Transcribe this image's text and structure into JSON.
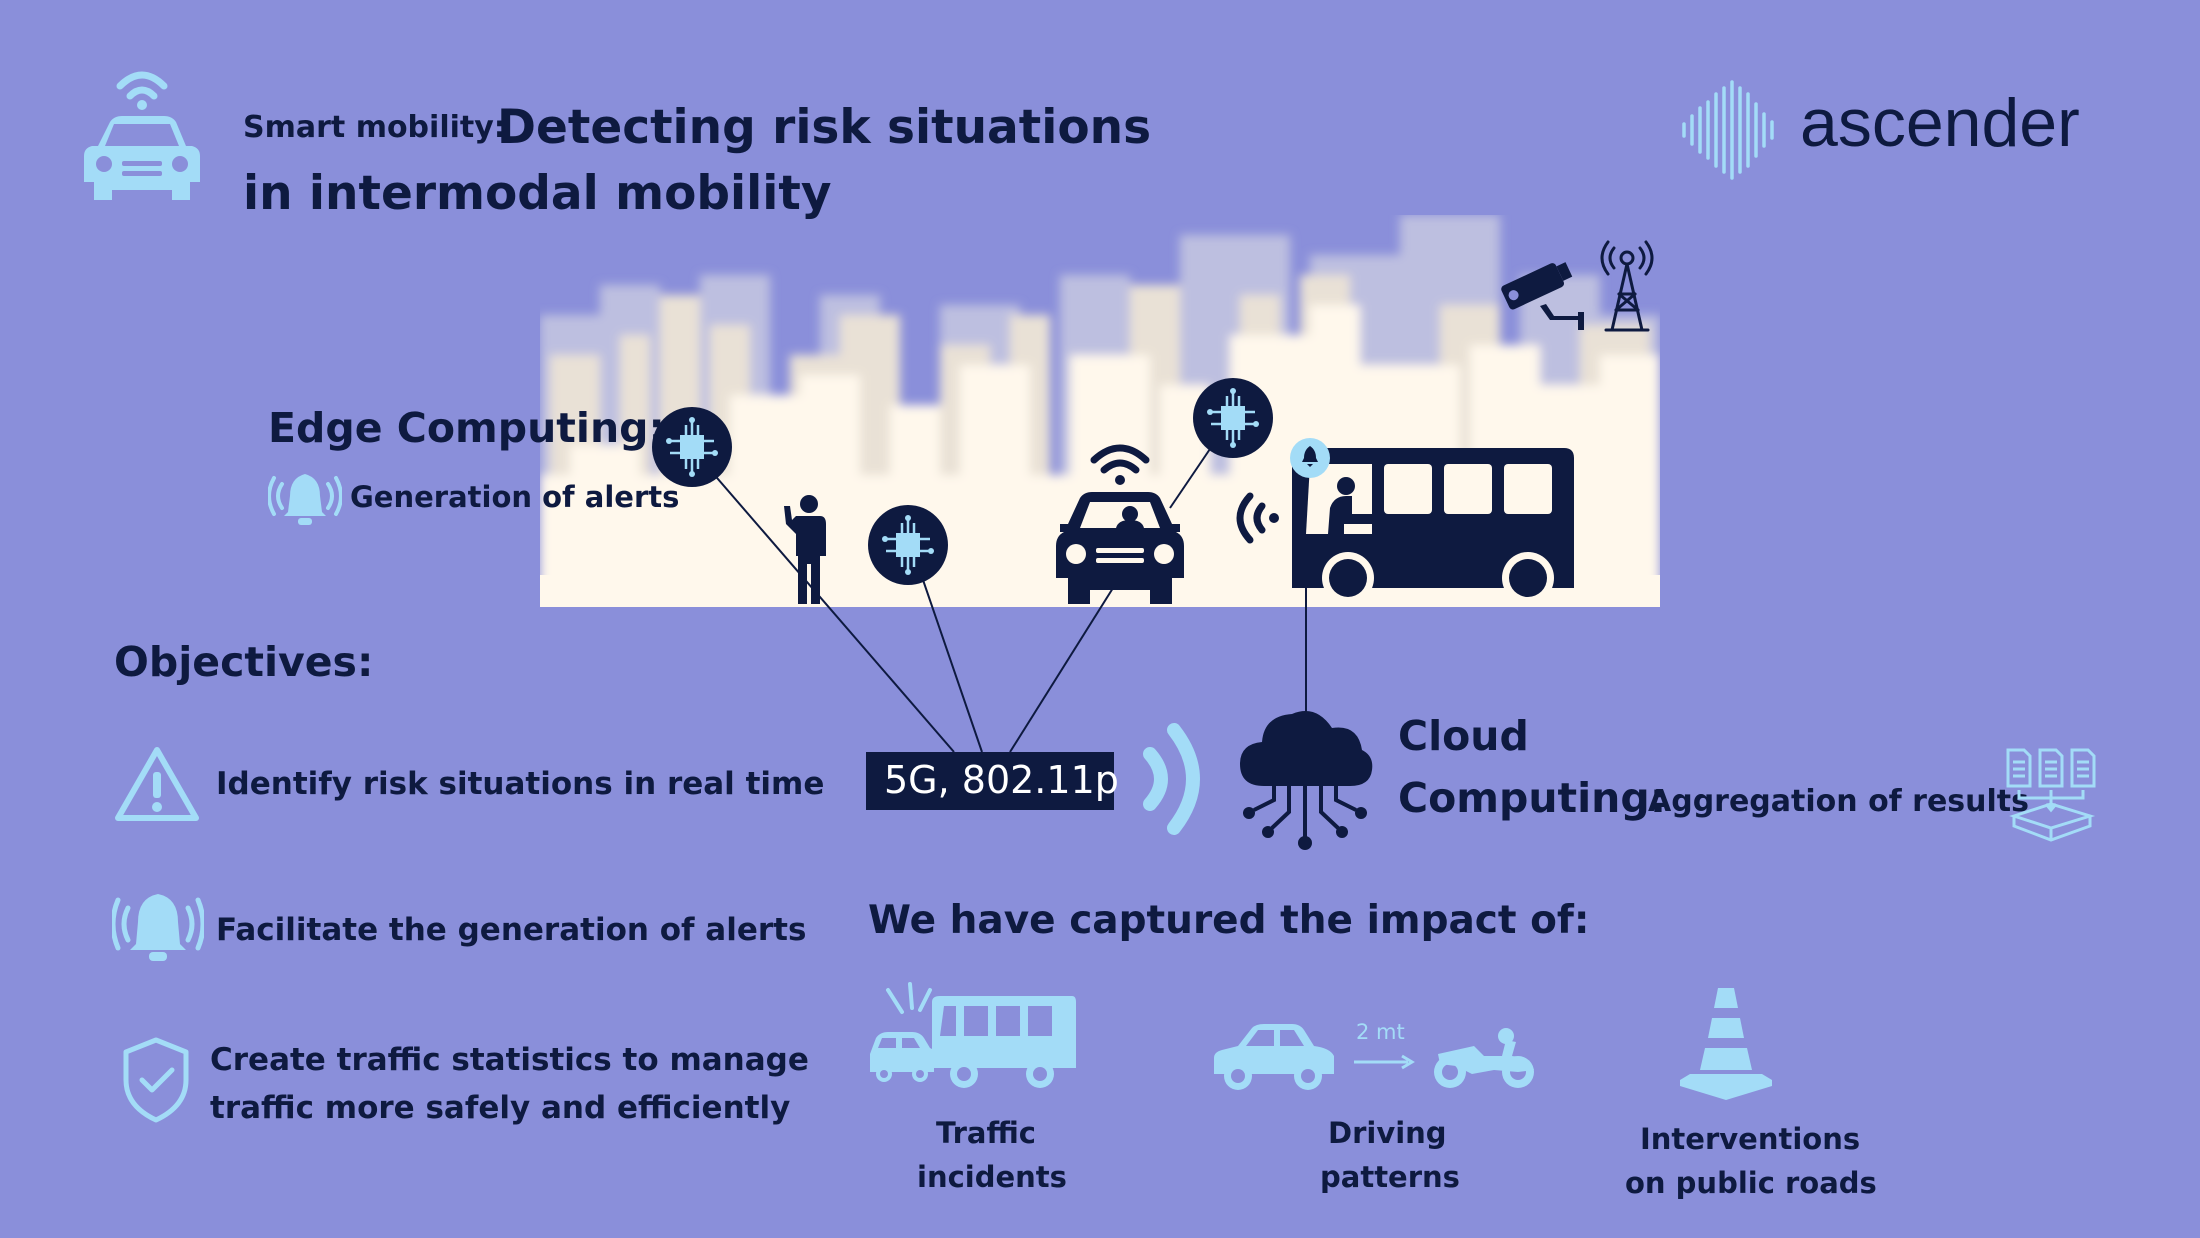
{
  "header": {
    "prefix": "Smart mobility:",
    "title_line1": "Detecting risk situations",
    "title_line2": "in intermodal mobility"
  },
  "brand": {
    "name": "ascender"
  },
  "edge": {
    "title": "Edge Computing:",
    "subtitle": "Generation of alerts"
  },
  "network": {
    "label": "5G, 802.11p"
  },
  "cloud": {
    "title_line1": "Cloud",
    "title_line2": "Computing:",
    "subtitle": "Aggregation of results"
  },
  "objectives": {
    "title": "Objectives:",
    "items": [
      {
        "text": "Identify risk situations in real time",
        "icon": "warning-icon"
      },
      {
        "text": "Facilitate the generation of alerts",
        "icon": "bell-icon"
      },
      {
        "line1": "Create traffic statistics to manage",
        "line2": "traffic more safely and efficiently",
        "icon": "shield-check-icon"
      }
    ]
  },
  "impact": {
    "title": "We have captured the impact of:",
    "items": [
      {
        "line1": "Traffic",
        "line2": "incidents",
        "icon": "traffic-incident-icon"
      },
      {
        "line1": "Driving",
        "line2": "patterns",
        "icon": "driving-pattern-icon",
        "distance": "2 mt"
      },
      {
        "line1": "Interventions",
        "line2": "on public roads",
        "icon": "traffic-cone-icon"
      }
    ]
  },
  "colors": {
    "background": "#8A8FDA",
    "navy": "#0E1A40",
    "light_blue": "#A3DCF7",
    "city": "#FFF8EC"
  }
}
